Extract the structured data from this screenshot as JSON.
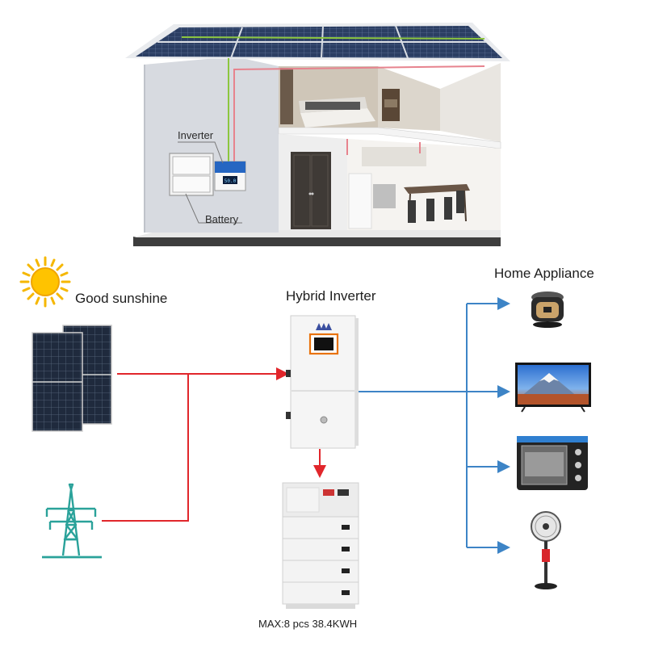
{
  "house": {
    "inverter_label": "Inverter",
    "battery_label": "Battery"
  },
  "diagram": {
    "sunshine_label": "Good sunshine",
    "inverter_title": "Hybrid Inverter",
    "appliances_title": "Home Appliance",
    "battery_caption": "MAX:8 pcs 38.4KWH"
  },
  "icons": {
    "sun": "sun-icon",
    "solar_panel": "solar-panel-icon",
    "grid": "power-tower-icon",
    "rice_cooker": "rice-cooker-icon",
    "tv": "tv-icon",
    "oven": "oven-icon",
    "fan": "fan-icon"
  },
  "colors": {
    "dc_line": "#e1262b",
    "ac_line": "#3d84c6",
    "grid_icon": "#2aa29a",
    "accent_orange": "#e8720c",
    "roof_wire": "#8cc63f"
  }
}
